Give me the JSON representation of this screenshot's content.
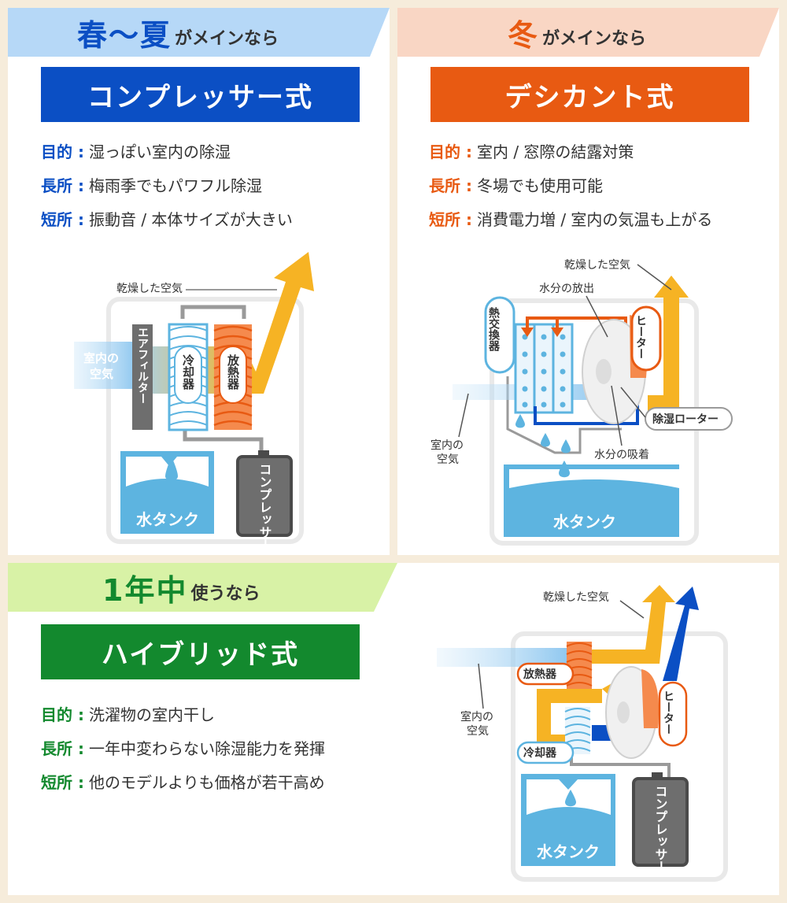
{
  "panel_spring": {
    "heading_main": "春〜夏",
    "heading_sub": "がメインなら",
    "type_title": "コンプレッサー式",
    "rows": [
      {
        "key": "目的 :",
        "value": "湿っぽい室内の除湿"
      },
      {
        "key": "長所 :",
        "value": "梅雨季でもパワフル除湿"
      },
      {
        "key": "短所 :",
        "value": "振動音 / 本体サイズが大きい"
      }
    ],
    "diagram": {
      "dry_air": "乾燥した空気",
      "room_air": [
        "室内の",
        "空気"
      ],
      "filter": "エアフィルター",
      "cooler": "冷却器",
      "radiator": "放熱器",
      "water_tank": "水タンク",
      "compressor": "コンプレッサー"
    }
  },
  "panel_winter": {
    "heading_main": "冬",
    "heading_sub": "がメインなら",
    "type_title": "デシカント式",
    "rows": [
      {
        "key": "目的 :",
        "value": "室内 / 窓際の結露対策"
      },
      {
        "key": "長所 :",
        "value": "冬場でも使用可能"
      },
      {
        "key": "短所 :",
        "value": "消費電力増 / 室内の気温も上がる"
      }
    ],
    "diagram": {
      "dry_air": "乾燥した空気",
      "release": "水分の放出",
      "heat_exchanger": "熱交換器",
      "heater": "ヒーター",
      "rotor": "除湿ローター",
      "absorb": "水分の吸着",
      "room_air": [
        "室内の",
        "空気"
      ],
      "water_tank": "水タンク"
    }
  },
  "panel_allyear": {
    "heading_main": "1年中",
    "heading_sub": "使うなら",
    "type_title": "ハイブリッド式",
    "rows": [
      {
        "key": "目的 :",
        "value": "洗濯物の室内干し"
      },
      {
        "key": "長所 :",
        "value": "一年中変わらない除湿能力を発揮"
      },
      {
        "key": "短所 :",
        "value": "他のモデルよりも価格が若干高め"
      }
    ],
    "diagram": {
      "dry_air": "乾燥した空気",
      "radiator": "放熱器",
      "room_air": [
        "室内の",
        "空気"
      ],
      "cooler": "冷却器",
      "heater": "ヒーター",
      "water_tank": "水タンク",
      "compressor": "コンプレッサー"
    }
  },
  "colors": {
    "blue": "#0b4fc4",
    "orange": "#e85a12",
    "green": "#13892e",
    "yellow": "#f6b324",
    "water": "#5db4e0",
    "gray": "#6e6e6e"
  }
}
